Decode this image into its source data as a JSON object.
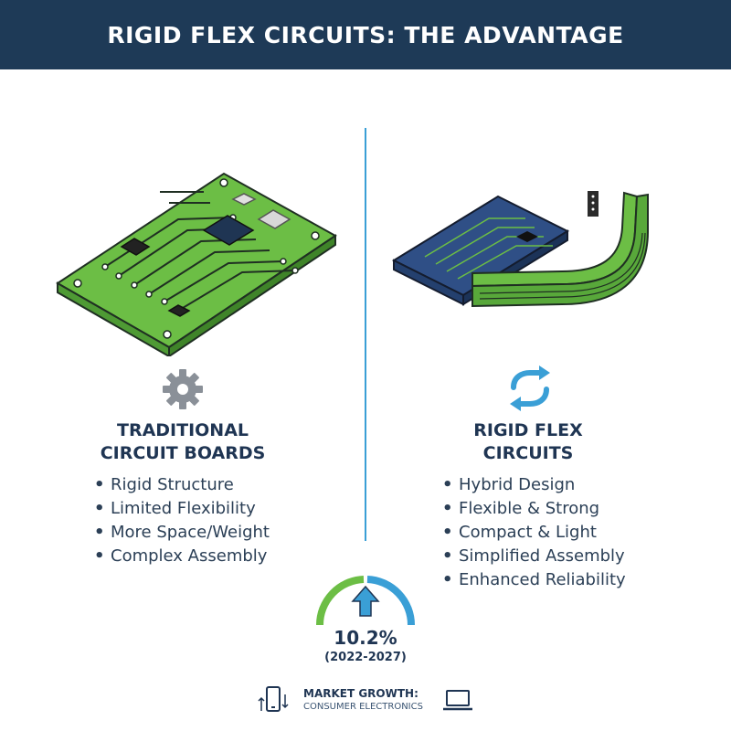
{
  "header": {
    "title": "RIGID FLEX CIRCUITS: THE ADVANTAGE"
  },
  "left": {
    "icon": "gear-icon",
    "title_line1": "TRADITIONAL",
    "title_line2": "CIRCUIT BOARDS",
    "bullets": [
      "Rigid Structure",
      "Limited Flexibility",
      "More Space/Weight",
      "Complex Assembly"
    ]
  },
  "right": {
    "icon": "cycle-arrows-icon",
    "title_line1": "RIGID FLEX",
    "title_line2": "CIRCUITS",
    "bullets": [
      "Hybrid Design",
      "Flexible & Strong",
      "Compact & Light",
      "Simplified Assembly",
      "Enhanced Reliability"
    ]
  },
  "growth": {
    "value": "10.2%",
    "period": "(2022-2027)",
    "label": "MARKET GROWTH:",
    "sublabel": "CONSUMER ELECTRONICS"
  },
  "colors": {
    "header_bg": "#1e3a57",
    "divider": "#3a9fd6",
    "pcb_green": "#6cbe45",
    "pcb_blue": "#2f4f86",
    "gauge_green": "#6cbe45",
    "gauge_blue": "#3a9fd6"
  }
}
